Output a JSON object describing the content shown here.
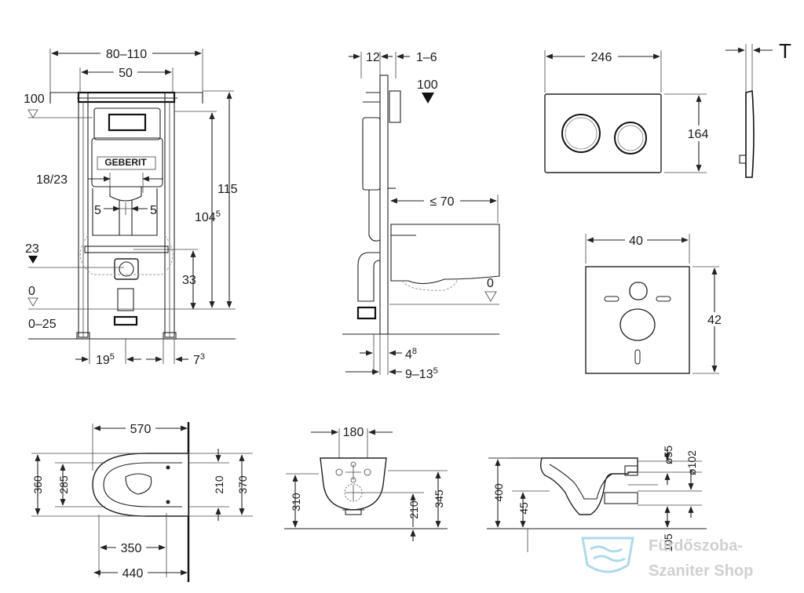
{
  "frame_front": {
    "width_range": "80–110",
    "width_inner": "50",
    "ref_top": "100",
    "brand_label": "GEBERIT",
    "connection_width": "18/23",
    "offset_left": "5",
    "offset_right": "5",
    "level_23": "23",
    "height_33": "33",
    "level_0": "0",
    "floor_range": "0–25",
    "height_1045": "104",
    "height_1045_sup": "5",
    "height_115": "115",
    "foot_195": "19",
    "foot_195_sup": "5",
    "foot_73": "7",
    "foot_73_sup": "3"
  },
  "frame_side": {
    "depth_12": "12",
    "range_1_6": "1–6",
    "ref_100": "100",
    "bowl_max": "≤ 70",
    "level_0": "0",
    "wall_48": "4",
    "wall_48_sup": "8",
    "wall_range": "9–13",
    "wall_range_sup": "5"
  },
  "flush_plate": {
    "width": "246",
    "height": "164",
    "thickness": "T"
  },
  "mount_plate": {
    "width": "40",
    "height": "42"
  },
  "bowl_top": {
    "length": "570",
    "width_360": "360",
    "width_285": "285",
    "width_210": "210",
    "width_370": "370",
    "len_350": "350",
    "len_440": "440"
  },
  "bowl_back": {
    "width": "180",
    "h_310": "310",
    "h_210": "210",
    "h_345": "345"
  },
  "bowl_side": {
    "h_400": "400",
    "h_45": "45",
    "d_55": "ø55",
    "d_102": "ø102",
    "h_105": "105"
  },
  "watermark": {
    "line1": "Fürdőszoba-",
    "line2": "Szaniter Shop",
    "icon": "water-drop-icon",
    "color": "#9fd4e6"
  }
}
